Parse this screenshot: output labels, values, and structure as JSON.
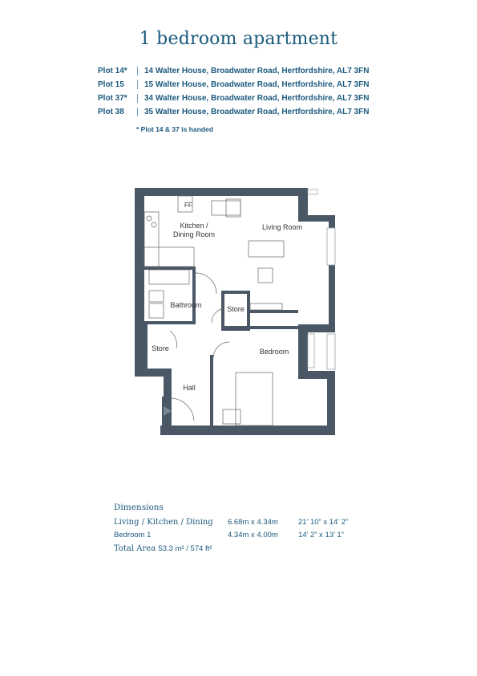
{
  "title": "1 bedroom apartment",
  "plots": [
    {
      "label": "Plot 14*",
      "address": "14 Walter House, Broadwater Road, Hertfordshire, AL7 3FN"
    },
    {
      "label": "Plot 15",
      "address": "15 Walter House, Broadwater Road, Hertfordshire, AL7 3FN"
    },
    {
      "label": "Plot 37*",
      "address": "34 Walter House, Broadwater Road, Hertfordshire, AL7 3FN"
    },
    {
      "label": "Plot 38",
      "address": "35 Walter House, Broadwater Road, Hertfordshire, AL7 3FN"
    }
  ],
  "handed_note": "* Plot  14 & 37 is handed",
  "floorplan": {
    "rooms": {
      "ff": "FF",
      "kitchen_line1": "Kitchen /",
      "kitchen_line2": "Dining Room",
      "living": "Living Room",
      "bathroom": "Bathroom",
      "store_center": "Store",
      "store_left": "Store",
      "bedroom": "Bedroom",
      "hall": "Hall"
    },
    "wall_color": "#4a5866"
  },
  "dimensions": {
    "title": "Dimensions",
    "rows": [
      {
        "room": "Living / Kitchen / Dining",
        "metric": "6.68m x 4.34m",
        "imperial": "21’ 10” x 14’ 2”"
      },
      {
        "room": "Bedroom 1",
        "metric": "4.34m x 4.00m",
        "imperial": "14’ 2” x 13’ 1”"
      }
    ],
    "total_label": "Total Area",
    "total_value": "53.3 m² / 574 ft²"
  }
}
